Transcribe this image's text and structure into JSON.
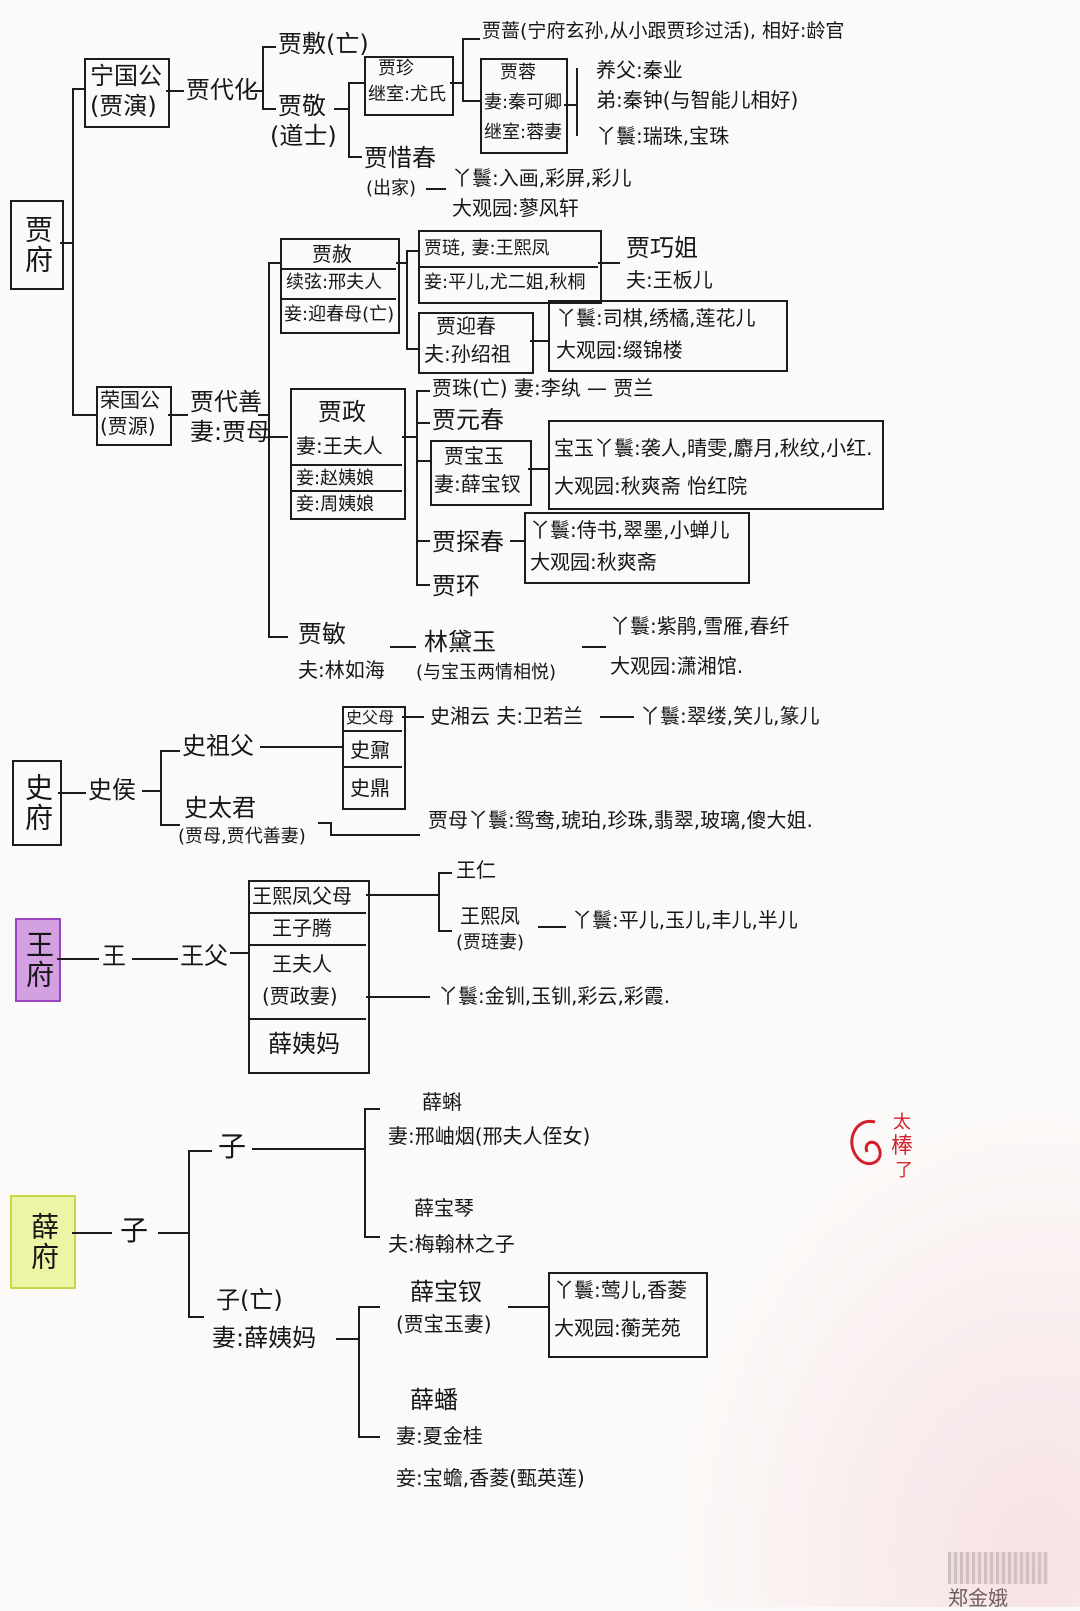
{
  "houses": {
    "jia": "贾府",
    "shi": "史府",
    "wang": "王府",
    "xue": "薛府"
  },
  "colors": {
    "wang_highlight": "#b256d0",
    "xue_highlight": "#e3f27a",
    "stamp_red": "#d21f2c",
    "ink": "#1c1c1c"
  },
  "jia": {
    "ningguo_1": "宁国公",
    "ningguo_2": "(贾演)",
    "daihua": "贾代化",
    "jiafu": "贾敷(亡)",
    "jiajing_1": "贾敬",
    "jiajing_2": "(道士)",
    "jiazhen_1": "贾珍",
    "jiazhen_2": "继室:尤氏",
    "jiarong_1": "贾蓉",
    "jiarong_2": "妻:秦可卿",
    "jiarong_3": "继室:蓉妻",
    "jiaqiang": "贾蔷(宁府玄孙,从小跟贾珍过活), 相好:龄官",
    "qin_1": "养父:秦业",
    "qin_2": "弟:秦钟(与智能儿相好)",
    "qin_3": "丫鬟:瑞珠,宝珠",
    "xichun_1": "贾惜春",
    "xichun_2": "(出家)",
    "xichun_3": "丫鬟:入画,彩屏,彩儿",
    "xichun_4": "大观园:蓼风轩",
    "rongguo_1": "荣国公",
    "rongguo_2": "(贾源)",
    "daishan_1": "贾代善",
    "daishan_2": "妻:贾母",
    "jiashe_1": "贾赦",
    "jiashe_2": "续弦:邢夫人",
    "jiashe_3": "妾:迎春母(亡)",
    "jialian_1": "贾琏, 妻:王熙凤",
    "jialian_2": "妾:平儿,尤二姐,秋桐",
    "qiaojie_1": "贾巧姐",
    "qiaojie_2": "夫:王板儿",
    "yingchun_1": "贾迎春",
    "yingchun_2": "夫:孙绍祖",
    "yingchun_3": "丫鬟:司棋,绣橘,莲花儿",
    "yingchun_4": "大观园:缀锦楼",
    "jiazheng_1": "贾政",
    "jiazheng_2": "妻:王夫人",
    "jiazheng_3": "妾:赵姨娘",
    "jiazheng_4": "妾:周姨娘",
    "jiazhu": "贾珠(亡) 妻:李纨 — 贾兰",
    "yuanchun": "贾元春",
    "baoyu_1": "贾宝玉",
    "baoyu_2": "妻:薛宝钗",
    "baoyu_3": "宝玉丫鬟:袭人,晴雯,麝月,秋纹,小红.",
    "baoyu_4": "大观园:秋爽斋 怡红院",
    "tanchun": "贾探春",
    "tanchun_1": "丫鬟:侍书,翠墨,小蝉儿",
    "tanchun_2": "大观园:秋爽斋",
    "jiahuan": "贾环",
    "jiamin_1": "贾敏",
    "jiamin_2": "夫:林如海",
    "daiyu_1": "林黛玉",
    "daiyu_2": "(与宝玉两情相悦)",
    "daiyu_3": "丫鬟:紫鹃,雪雁,春纤",
    "daiyu_4": "大观园:潇湘馆."
  },
  "shi": {
    "shihou": "史侯",
    "zufu": "史祖父",
    "box_1": "史父母",
    "box_2": "史鼐",
    "box_3": "史鼎",
    "xiangyun": "史湘云 夫:卫若兰",
    "xiangyun_maids": "丫鬟:翠缕,笑儿,篆儿",
    "taijun_1": "史太君",
    "taijun_2": "(贾母,贾代善妻)",
    "jiamu_maids": "贾母丫鬟:鸳鸯,琥珀,珍珠,翡翠,玻璃,傻大姐."
  },
  "wang": {
    "wang": "王",
    "wangfu": "王父",
    "box_1": "王熙凤父母",
    "box_2": "王子腾",
    "box_3a": "王夫人",
    "box_3b": "(贾政妻)",
    "box_4": "薛姨妈",
    "wangren": "王仁",
    "xifeng_1": "王熙凤",
    "xifeng_2": "(贾琏妻)",
    "xifeng_maids": "丫鬟:平儿,玉儿,丰儿,半儿",
    "furen_maids": "丫鬟:金钏,玉钏,彩云,彩霞."
  },
  "xue": {
    "zi": "子",
    "zi2": "子",
    "zi3_1": "子(亡)",
    "zi3_2": "妻:薛姨妈",
    "xueke_1": "薛蝌",
    "xueke_2": "妻:邢岫烟(邢夫人侄女)",
    "baoqin_1": "薛宝琴",
    "baoqin_2": "夫:梅翰林之子",
    "baochai_1": "薛宝钗",
    "baochai_2": "(贾宝玉妻)",
    "baochai_3": "丫鬟:莺儿,香菱",
    "baochai_4": "大观园:蘅芜苑",
    "xuepan_1": "薛蟠",
    "xuepan_2": "妻:夏金桂",
    "xuepan_3": "妾:宝蟾,香菱(甄英莲)"
  },
  "stamp": {
    "l1": "太",
    "l2": "棒",
    "l3": "了"
  },
  "watermark": "郑金娥"
}
